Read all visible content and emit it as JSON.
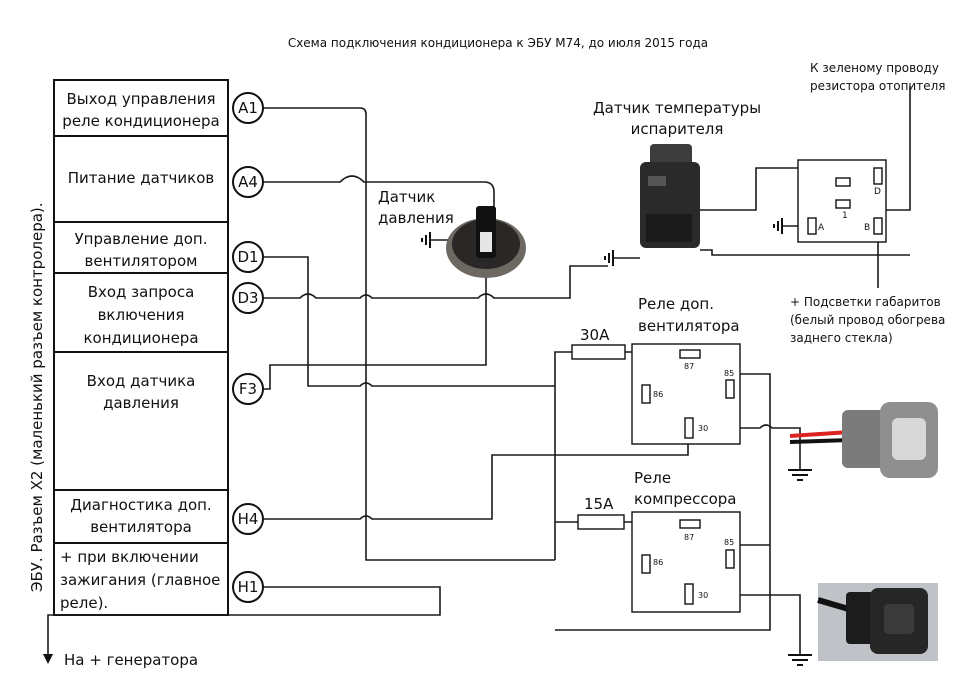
{
  "title": "Схема подключения кондиционера к ЭБУ М74, до июля 2015 года",
  "ecu": {
    "side_label": "ЭБУ. Разъем Х2 (маленький разъем контролера).",
    "rows": [
      {
        "label": [
          "Выход управления",
          "реле кондиционера"
        ],
        "pin": "A1"
      },
      {
        "label": [
          "Питание датчиков"
        ],
        "pin": "A4"
      },
      {
        "label": [
          "Управление доп.",
          "вентилятором"
        ],
        "pin": "D1"
      },
      {
        "label": [
          "Вход запроса",
          "включения",
          "кондиционера"
        ],
        "pin": "D3"
      },
      {
        "label": [
          "Вход датчика",
          "давления"
        ],
        "pin": "F3"
      },
      {
        "label": [
          "Диагностика доп.",
          "вентилятора"
        ],
        "pin": "H4"
      },
      {
        "label": [
          "+ при включении",
          "зажигания (главное",
          "реле)."
        ],
        "pin": "H1"
      }
    ]
  },
  "pressure_sensor": {
    "label": [
      "Датчик",
      "давления"
    ]
  },
  "evap_sensor": {
    "label": [
      "Датчик температуры",
      "испарителя"
    ]
  },
  "heater_resistor": {
    "note": [
      "К зеленому проводу",
      "резистора отопителя"
    ],
    "pins": {
      "d": "D",
      "one": "1",
      "a": "A",
      "b": "B"
    },
    "marker_note": [
      "+ Подсветки габаритов",
      "(белый провод обогрева",
      "заднего стекла)"
    ]
  },
  "fan_relay": {
    "label": [
      "Реле доп.",
      "вентилятора"
    ],
    "fuse": "30А",
    "pins": [
      "87",
      "85",
      "86",
      "30"
    ]
  },
  "comp_relay": {
    "label": [
      "Реле",
      "компрессора"
    ],
    "fuse": "15А",
    "pins": [
      "87",
      "85",
      "86",
      "30"
    ]
  },
  "generator_note": "На + генератора"
}
